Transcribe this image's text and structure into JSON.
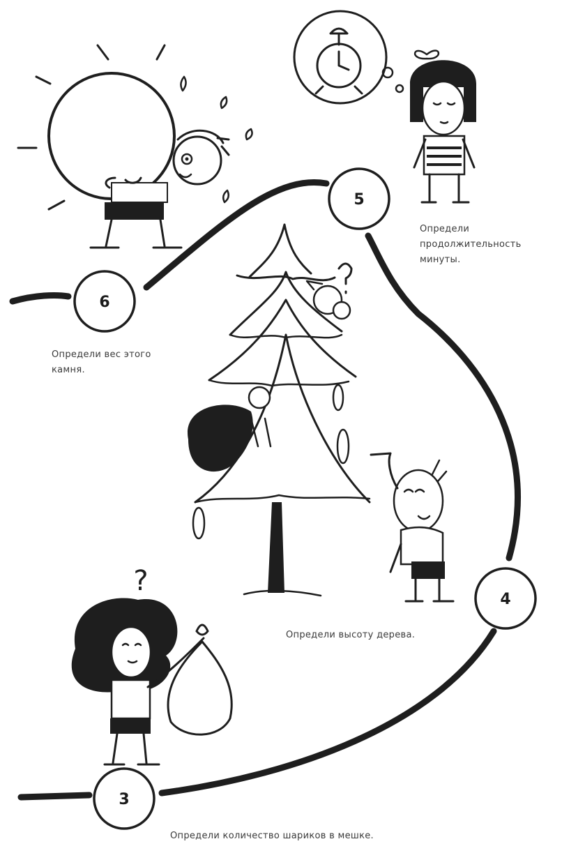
{
  "stations": [
    {
      "number": "3",
      "task": "Определи количество шариков в мешке."
    },
    {
      "number": "4",
      "task": "Определи высоту дерева."
    },
    {
      "number": "5",
      "task": "Определи продолжительность минуты."
    },
    {
      "number": "6",
      "task": "Определи вес этого камня."
    }
  ],
  "colors": {
    "ink": "#1e1e1e",
    "paper": "#ffffff"
  }
}
